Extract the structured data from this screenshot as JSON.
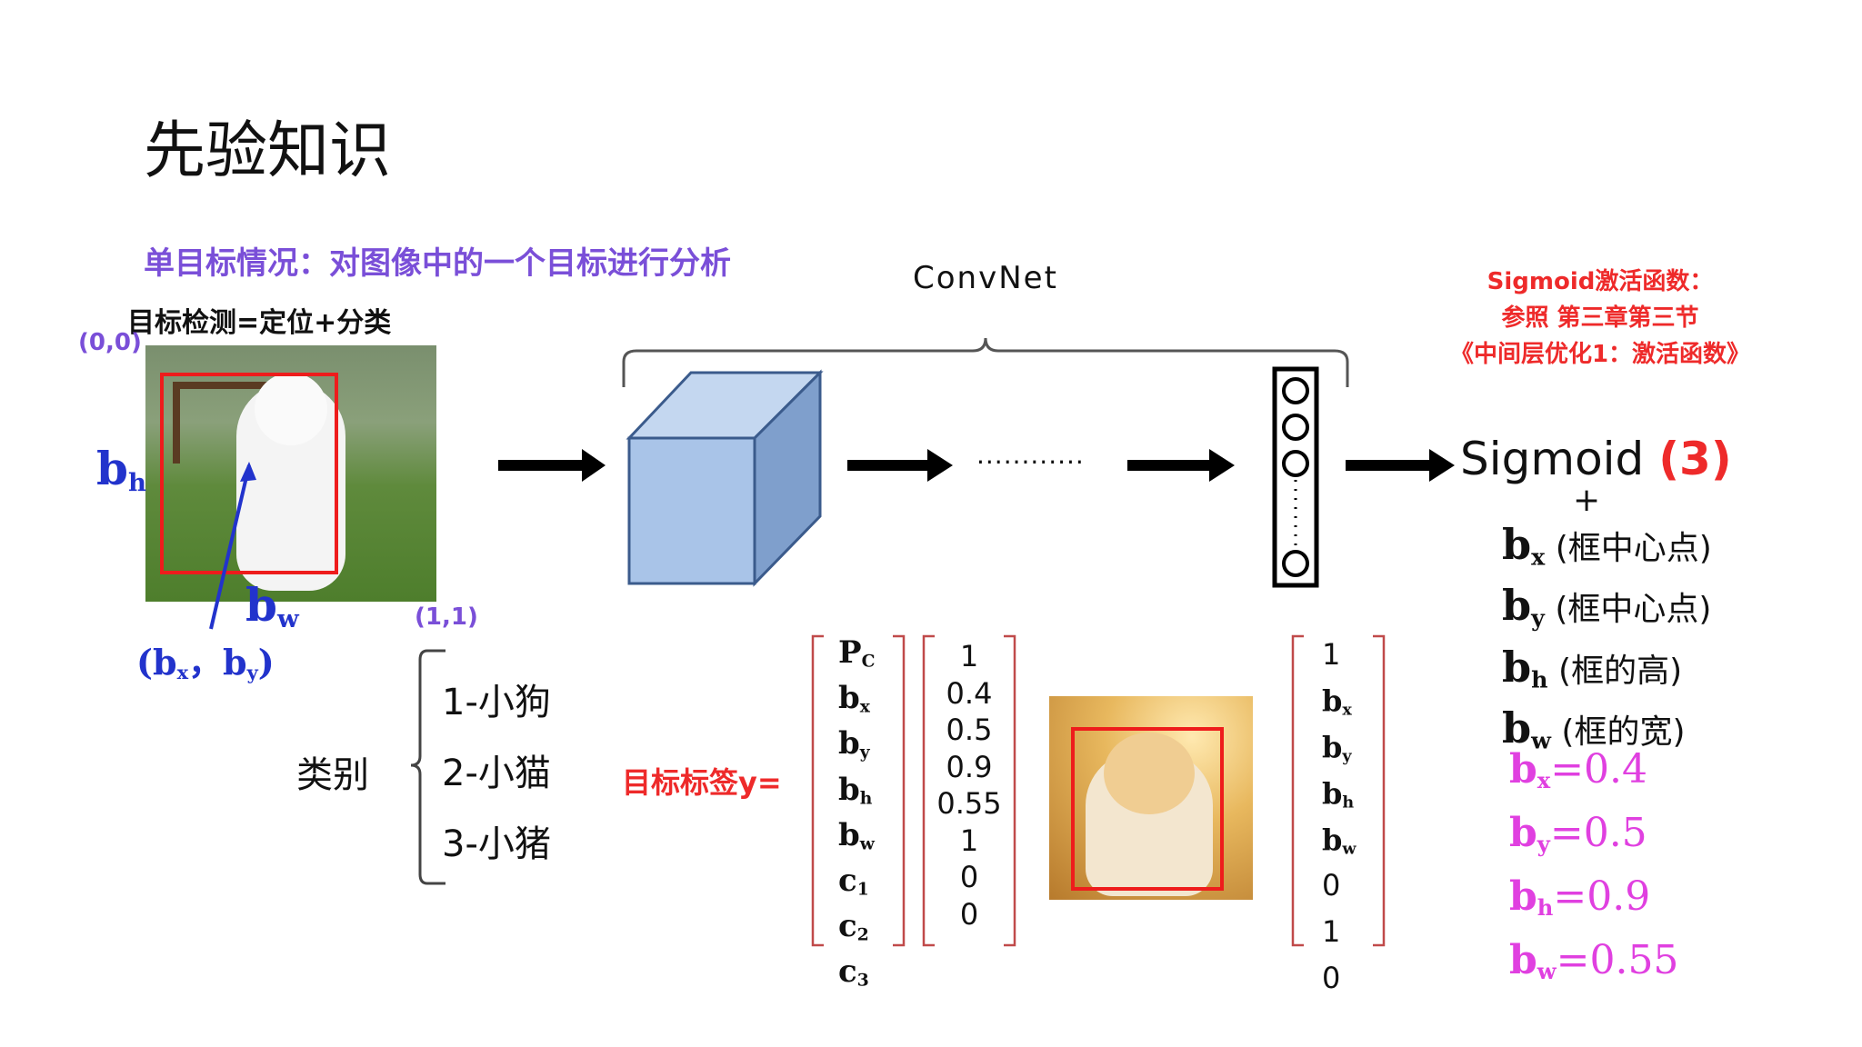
{
  "slide": {
    "title": "先验知识"
  },
  "heading": {
    "single_target": "单目标情况：对图像中的一个目标进行分析",
    "detection_formula": "目标检测=定位+分类"
  },
  "dog_panel": {
    "coord_origin": "(0,0)",
    "coord_end": "(1,1)",
    "bh": "b",
    "bh_sub": "h",
    "bw": "b",
    "bw_sub": "w",
    "center_open": "(",
    "bx": "b",
    "bx_sub": "x",
    "comma": "，",
    "by": "b",
    "by_sub": "y",
    "center_close": ")"
  },
  "network": {
    "convnet_label": "ConvNet",
    "dots": "............",
    "sigmoid_label": "Sigmoid",
    "sigmoid_count": "(3)",
    "plus": "+"
  },
  "sigmoid_note": {
    "line1": "Sigmoid激活函数：",
    "line2": "参照 第三章第三节",
    "line3": "《中间层优化1：激活函数》"
  },
  "outputs": [
    {
      "sym": "b",
      "sub": "x",
      "desc": "(框中心点)"
    },
    {
      "sym": "b",
      "sub": "y",
      "desc": "(框中心点)"
    },
    {
      "sym": "b",
      "sub": "h",
      "desc": "(框的高)"
    },
    {
      "sym": "b",
      "sub": "w",
      "desc": "(框的宽)"
    }
  ],
  "values": [
    {
      "sym": "b",
      "sub": "x",
      "eq": "=0.4"
    },
    {
      "sym": "b",
      "sub": "y",
      "eq": "=0.5"
    },
    {
      "sym": "b",
      "sub": "h",
      "eq": "=0.9"
    },
    {
      "sym": "b",
      "sub": "w",
      "eq": "=0.55"
    }
  ],
  "categories": {
    "label": "类别",
    "items": [
      "1-小狗",
      "2-小猫",
      "3-小猪"
    ]
  },
  "label_vector": {
    "label": "目标标签y=",
    "symbols": [
      {
        "sym": "P",
        "sub": "C"
      },
      {
        "sym": "b",
        "sub": "x"
      },
      {
        "sym": "b",
        "sub": "y"
      },
      {
        "sym": "b",
        "sub": "h"
      },
      {
        "sym": "b",
        "sub": "w"
      },
      {
        "sym": "c",
        "sub": "1"
      },
      {
        "sym": "c",
        "sub": "2"
      },
      {
        "sym": "c",
        "sub": "3"
      }
    ],
    "values": [
      "1",
      "0.4",
      "0.5",
      "0.9",
      "0.55",
      "1",
      "0",
      "0"
    ]
  },
  "cat_vector": {
    "items": [
      {
        "sym": "1",
        "sub": ""
      },
      {
        "sym": "b",
        "sub": "x"
      },
      {
        "sym": "b",
        "sub": "y"
      },
      {
        "sym": "b",
        "sub": "h"
      },
      {
        "sym": "b",
        "sub": "w"
      },
      {
        "sym": "0",
        "sub": ""
      },
      {
        "sym": "1",
        "sub": ""
      },
      {
        "sym": "0",
        "sub": ""
      }
    ]
  },
  "colors": {
    "purple": "#7a4fd8",
    "blue": "#2233cc",
    "red": "#ee2a2a",
    "magenta": "#e040e0",
    "cube_front": "#a9c4e8",
    "cube_side": "#7f9fcc"
  }
}
